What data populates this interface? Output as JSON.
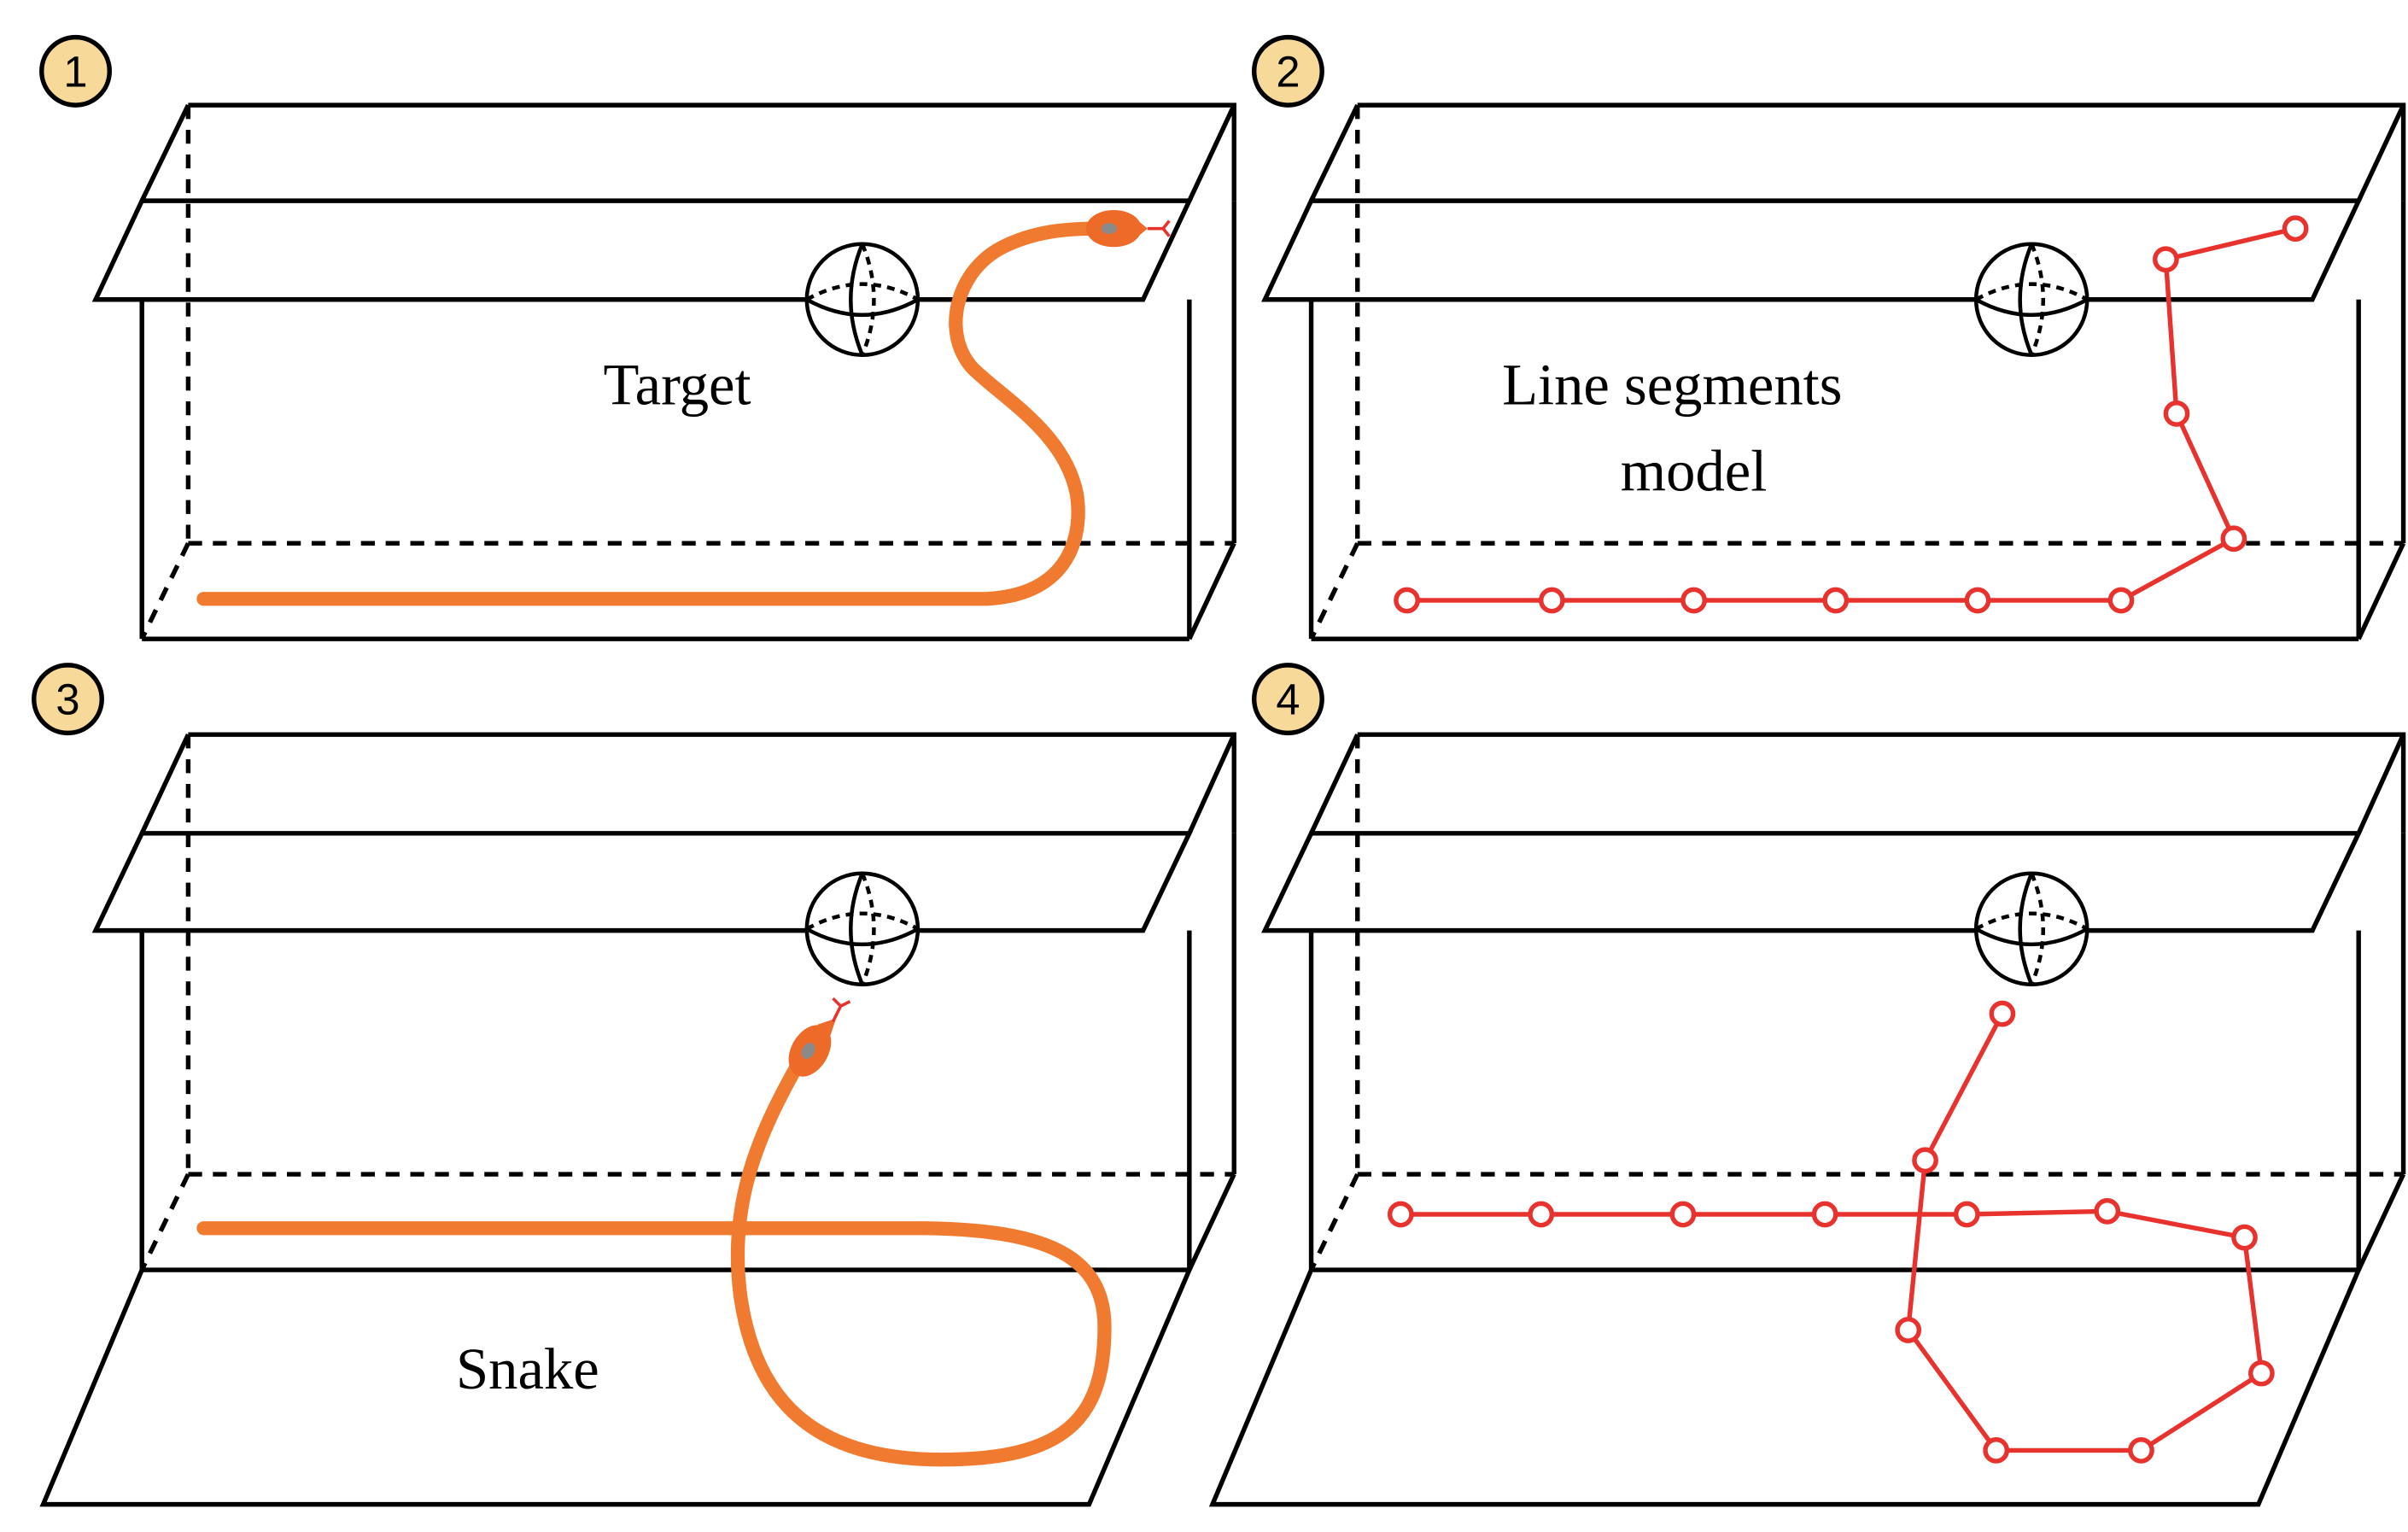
{
  "panels": [
    {
      "number": "1",
      "label_lines": [
        "Target"
      ]
    },
    {
      "number": "2",
      "label_lines": [
        "Line segments",
        "model"
      ]
    },
    {
      "number": "3",
      "label_lines": [
        "Snake"
      ]
    },
    {
      "number": "4",
      "label_lines": []
    }
  ],
  "colors": {
    "snake": "#F07A2F",
    "snake_head": "#EE6A28",
    "segment_model": "#E8322D",
    "badge_fill": "#F7D99A",
    "outline": "#000000",
    "eye": "#8A8A8A"
  },
  "icons": [
    "target-sphere-icon",
    "snake-head-icon",
    "segment-joint-icon"
  ]
}
